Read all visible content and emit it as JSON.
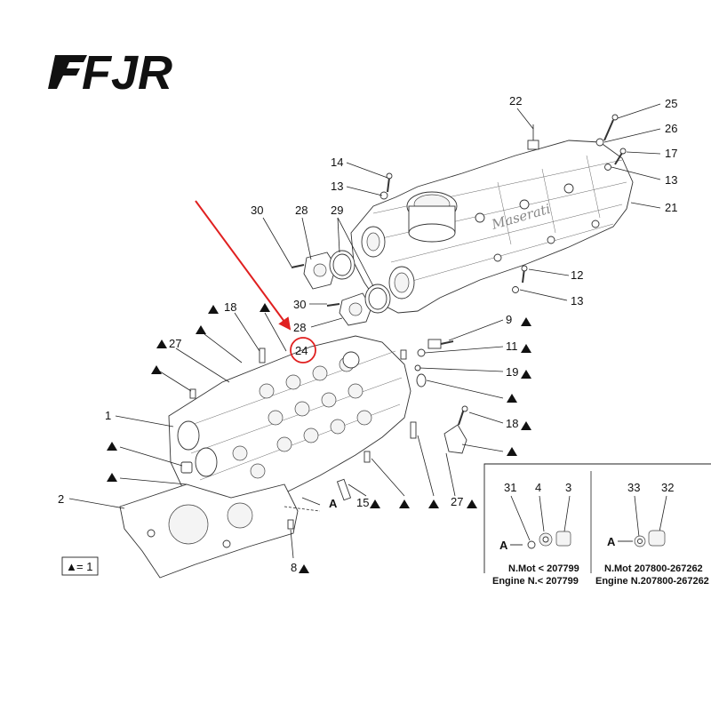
{
  "brand": {
    "logo_text": "FJR"
  },
  "callouts": {
    "c22": "22",
    "c25": "25",
    "c26": "26",
    "c17": "17",
    "c13a": "13",
    "c21": "21",
    "c14": "14",
    "c13b": "13",
    "c30a": "30",
    "c28a": "28",
    "c29": "29",
    "c12": "12",
    "c13c": "13",
    "c30b": "30",
    "c28b": "28",
    "c24": "24",
    "c9": "9",
    "c11": "11",
    "c19": "19",
    "c18a": "18",
    "c18b": "18",
    "c27a": "27",
    "c27b": "27",
    "c1": "1",
    "c2": "2",
    "c15": "15",
    "c8": "8",
    "cA": "A"
  },
  "legend": {
    "symbol": "▲",
    "text": "= 1"
  },
  "inset": {
    "left": {
      "numbers": [
        "31",
        "4",
        "3"
      ],
      "marker": "A",
      "caption_line1": "N.Mot < 207799",
      "caption_line2": "Engine N.< 207799"
    },
    "right": {
      "numbers": [
        "33",
        "32"
      ],
      "marker": "A",
      "caption_line1": "N.Mot 207800-267262",
      "caption_line2": "Engine N.207800-267262"
    }
  },
  "colors": {
    "highlight": "#e02020",
    "ink": "#111111"
  }
}
